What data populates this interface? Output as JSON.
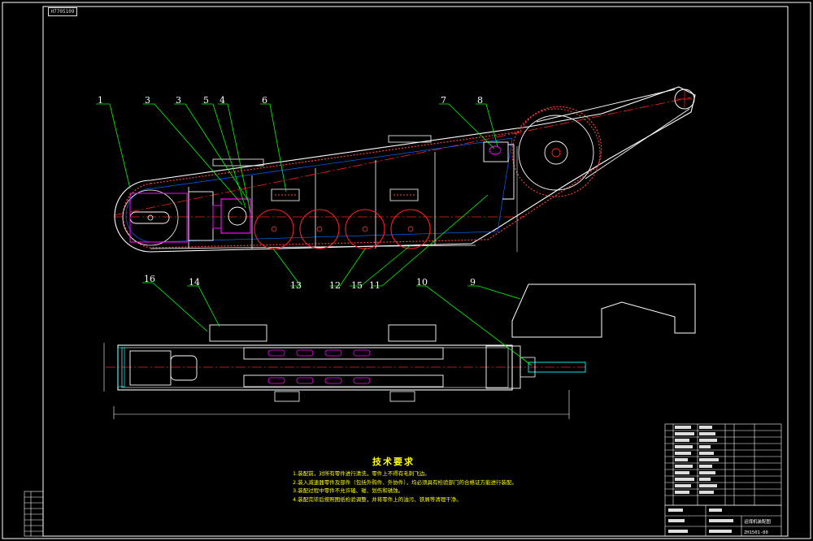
{
  "drawing_code": "H7705109",
  "callouts": [
    "1",
    "3",
    "3",
    "5",
    "4",
    "6",
    "7",
    "8",
    "9",
    "10",
    "11",
    "12",
    "13",
    "14",
    "15",
    "16"
  ],
  "notes": {
    "title": "技术要求",
    "items": [
      "1.装配前，对所有零件进行清洗，零件上不得有毛刺飞边。",
      "2.装入减速器零件及部件（包括外购件、外协件），均必须具有检验部门的合格证方能进行装配。",
      "3.装配过程中零件不允许磕、碰、划伤和锈蚀。",
      "4.装配完毕后按照图纸检验调整，并将零件上的油污、铁屑等清理干净。"
    ]
  },
  "title_block": {
    "title": "运煤机装配图",
    "number": "ZH1501-00"
  },
  "colors": {
    "frame": "#ffffff",
    "outline": "#ffffff",
    "centerline": "#ff2020",
    "leader": "#00ff00",
    "chain": "#ff4040",
    "housing": "#ff00ff",
    "notes": "#ffff00",
    "hatch": "#00ffff"
  }
}
